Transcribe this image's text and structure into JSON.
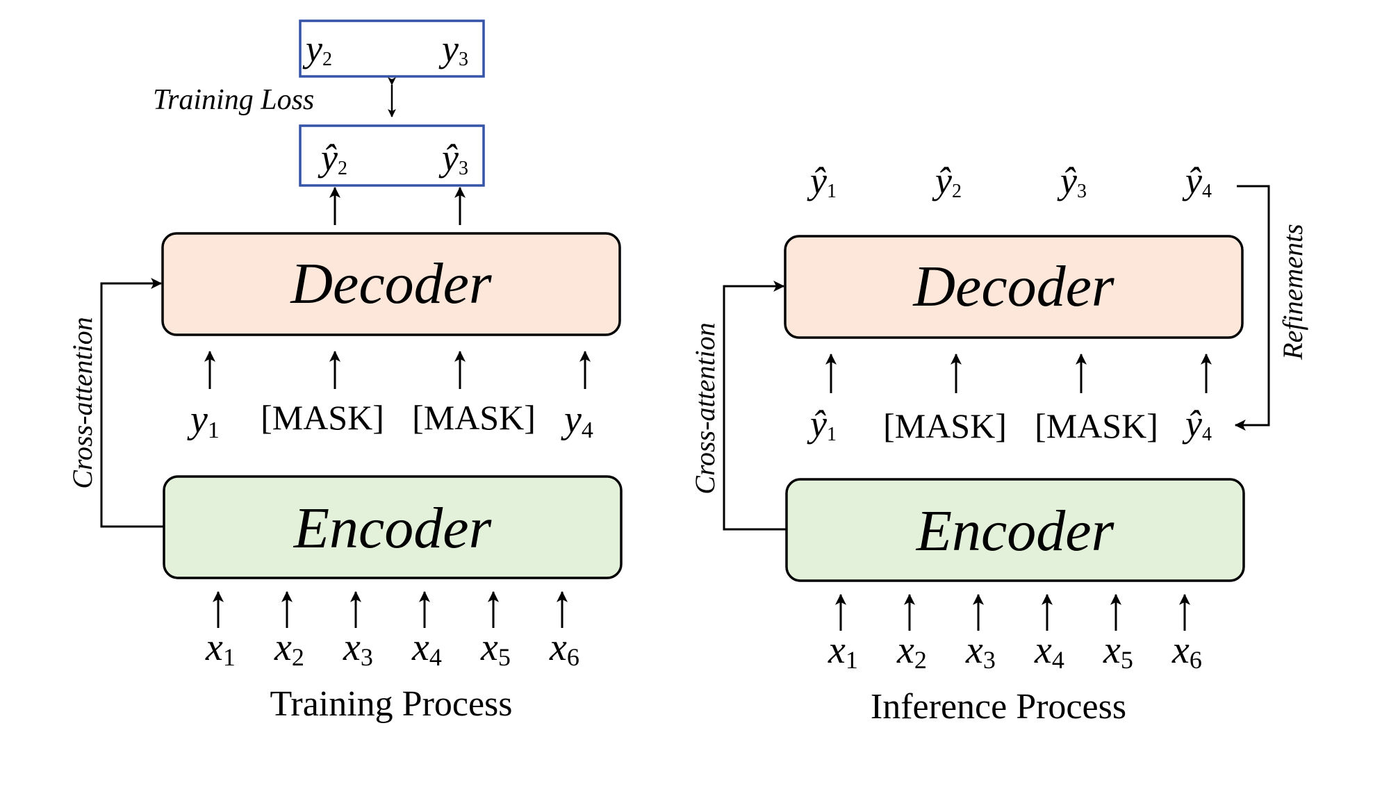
{
  "colors": {
    "decoder_fill": "#FCE7DA",
    "encoder_fill": "#E3F1DB",
    "box_stroke": "#000000",
    "target_box_stroke": "#3554A8",
    "line": "#000000"
  },
  "training": {
    "caption": "Training Process",
    "decoder_label": "Decoder",
    "encoder_label": "Encoder",
    "cross_attention_label": "Cross-attention",
    "training_loss_label": "Training Loss",
    "targets": [
      {
        "base": "y",
        "sub": "2"
      },
      {
        "base": "y",
        "sub": "3"
      }
    ],
    "predictions": [
      {
        "base": "ŷ",
        "sub": "2"
      },
      {
        "base": "ŷ",
        "sub": "3"
      }
    ],
    "decoder_inputs": [
      {
        "base": "y",
        "sub": "1"
      },
      {
        "base": "[MASK]",
        "sub": ""
      },
      {
        "base": "[MASK]",
        "sub": ""
      },
      {
        "base": "y",
        "sub": "4"
      }
    ],
    "encoder_inputs": [
      {
        "base": "x",
        "sub": "1"
      },
      {
        "base": "x",
        "sub": "2"
      },
      {
        "base": "x",
        "sub": "3"
      },
      {
        "base": "x",
        "sub": "4"
      },
      {
        "base": "x",
        "sub": "5"
      },
      {
        "base": "x",
        "sub": "6"
      }
    ]
  },
  "inference": {
    "caption": "Inference Process",
    "decoder_label": "Decoder",
    "encoder_label": "Encoder",
    "cross_attention_label": "Cross-attention",
    "refinements_label": "Refinements",
    "outputs": [
      {
        "base": "ŷ",
        "sub": "1"
      },
      {
        "base": "ŷ",
        "sub": "2"
      },
      {
        "base": "ŷ",
        "sub": "3"
      },
      {
        "base": "ŷ",
        "sub": "4"
      }
    ],
    "decoder_inputs": [
      {
        "base": "ŷ",
        "sub": "1"
      },
      {
        "base": "[MASK]",
        "sub": ""
      },
      {
        "base": "[MASK]",
        "sub": ""
      },
      {
        "base": "ŷ",
        "sub": "4"
      }
    ],
    "encoder_inputs": [
      {
        "base": "x",
        "sub": "1"
      },
      {
        "base": "x",
        "sub": "2"
      },
      {
        "base": "x",
        "sub": "3"
      },
      {
        "base": "x",
        "sub": "4"
      },
      {
        "base": "x",
        "sub": "5"
      },
      {
        "base": "x",
        "sub": "6"
      }
    ]
  }
}
